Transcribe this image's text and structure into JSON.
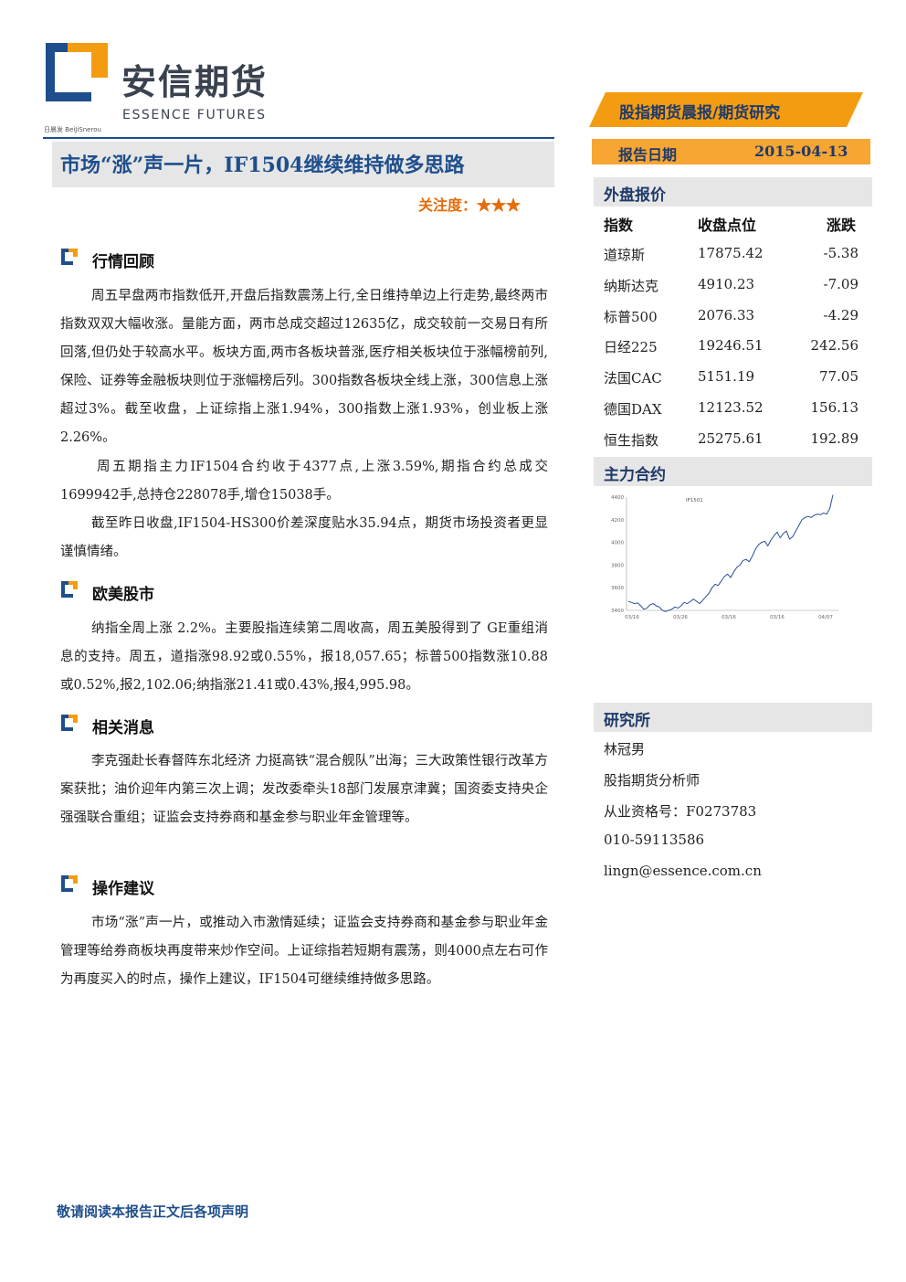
{
  "brand": {
    "name_cn": "安信期货",
    "name_en": "ESSENCE FUTURES",
    "tiny_note": "日晨发 BeiJiSnerou",
    "colors": {
      "blue": "#1e4e8c",
      "orange": "#f39c12",
      "gray_band": "#e6e6e6"
    }
  },
  "report": {
    "title": "市场“涨”声一片，IF1504继续维持做多思路",
    "attention": "关注度：★★★",
    "category": "股指期货晨报/期货研究",
    "date_label": "报告日期",
    "date_value": "2015-04-13"
  },
  "sections": [
    {
      "icon": "section-bullet-icon",
      "title": "行情回顾",
      "paragraphs": [
        "周五早盘两市指数低开,开盘后指数震荡上行,全日维持单边上行走势,最终两市指数双双大幅收涨。量能方面，两市总成交超过12635亿，成交较前一交易日有所回落,但仍处于较高水平。板块方面,两市各板块普涨,医疗相关板块位于涨幅榜前列,保险、证券等金融板块则位于涨幅榜后列。300指数各板块全线上涨，300信息上涨超过3%。截至收盘，上证综指上涨1.94%，300指数上涨1.93%，创业板上涨2.26%。",
        "周五期指主力IF1504合约收于4377点,上涨3.59%,期指合约总成交1699942手,总持仓228078手,增仓15038手。",
        "截至昨日收盘,IF1504-HS300价差深度贴水35.94点，期货市场投资者更显谨慎情绪。"
      ]
    },
    {
      "icon": "section-bullet-icon",
      "title": "欧美股市",
      "paragraphs": [
        "纳指全周上涨 2.2%。主要股指连续第二周收高，周五美股得到了 GE重组消息的支持。周五，道指涨98.92或0.55%，报18,057.65；标普500指数涨10.88或0.52%,报2,102.06;纳指涨21.41或0.43%,报4,995.98。"
      ]
    },
    {
      "icon": "section-bullet-icon",
      "title": "相关消息",
      "paragraphs": [
        "李克强赴长春督阵东北经济 力挺高铁“混合舰队”出海；三大政策性银行改革方案获批；油价迎年内第三次上调；发改委牵头18部门发展京津冀；国资委支持央企强强联合重组；证监会支持券商和基金参与职业年金管理等。"
      ]
    },
    {
      "icon": "section-bullet-icon",
      "title": "操作建议",
      "paragraphs": [
        "市场“涨”声一片，或推动入市激情延续；证监会支持券商和基金参与职业年金管理等给券商板块再度带来炒作空间。上证综指若短期有震荡，则4000点左右可作为再度买入的时点，操作上建议，IF1504可继续维持做多思路。"
      ]
    }
  ],
  "quotes": {
    "section_title": "外盘报价",
    "headers": [
      "指数",
      "收盘点位",
      "涨跌"
    ],
    "rows": [
      [
        "道琼斯",
        "17875.42",
        "-5.38"
      ],
      [
        "纳斯达克",
        "4910.23",
        "-7.09"
      ],
      [
        "标普500",
        "2076.33",
        "-4.29"
      ],
      [
        "日经225",
        "19246.51",
        "242.56"
      ],
      [
        "法国CAC",
        "5151.19",
        "77.05"
      ],
      [
        "德国DAX",
        "12123.52",
        "156.13"
      ],
      [
        "恒生指数",
        "25275.61",
        "192.89"
      ]
    ]
  },
  "contract_section_title": "主力合约",
  "chart_data": {
    "type": "line",
    "title": "",
    "legend": "IF1501",
    "yticks": [
      "3400",
      "3600",
      "3800",
      "4000",
      "4200",
      "4400"
    ],
    "xticks": [
      "03/16",
      "03/26",
      "03/16",
      "03/16",
      "04/07"
    ],
    "ylim": [
      3400,
      4400
    ],
    "series": [
      {
        "name": "IF1501",
        "values": [
          3480,
          3470,
          3460,
          3465,
          3440,
          3410,
          3420,
          3450,
          3460,
          3440,
          3430,
          3400,
          3390,
          3400,
          3410,
          3430,
          3420,
          3440,
          3470,
          3460,
          3480,
          3500,
          3480,
          3460,
          3490,
          3520,
          3550,
          3600,
          3630,
          3620,
          3660,
          3700,
          3720,
          3690,
          3740,
          3780,
          3800,
          3840,
          3850,
          3830,
          3880,
          3940,
          3980,
          4000,
          4010,
          3970,
          4020,
          4060,
          4090,
          4040,
          4080,
          4100,
          4030,
          4050,
          4100,
          4150,
          4200,
          4220,
          4230,
          4220,
          4240,
          4250,
          4245,
          4260,
          4250,
          4300,
          4420
        ]
      }
    ]
  },
  "research": {
    "section_title": "研究所",
    "lines": [
      "林冠男",
      "股指期货分析师",
      "从业资格号：F0273783",
      "010-59113586",
      "lingn@essence.com.cn"
    ]
  },
  "footer": "敬请阅读本报告正文后各项声明"
}
